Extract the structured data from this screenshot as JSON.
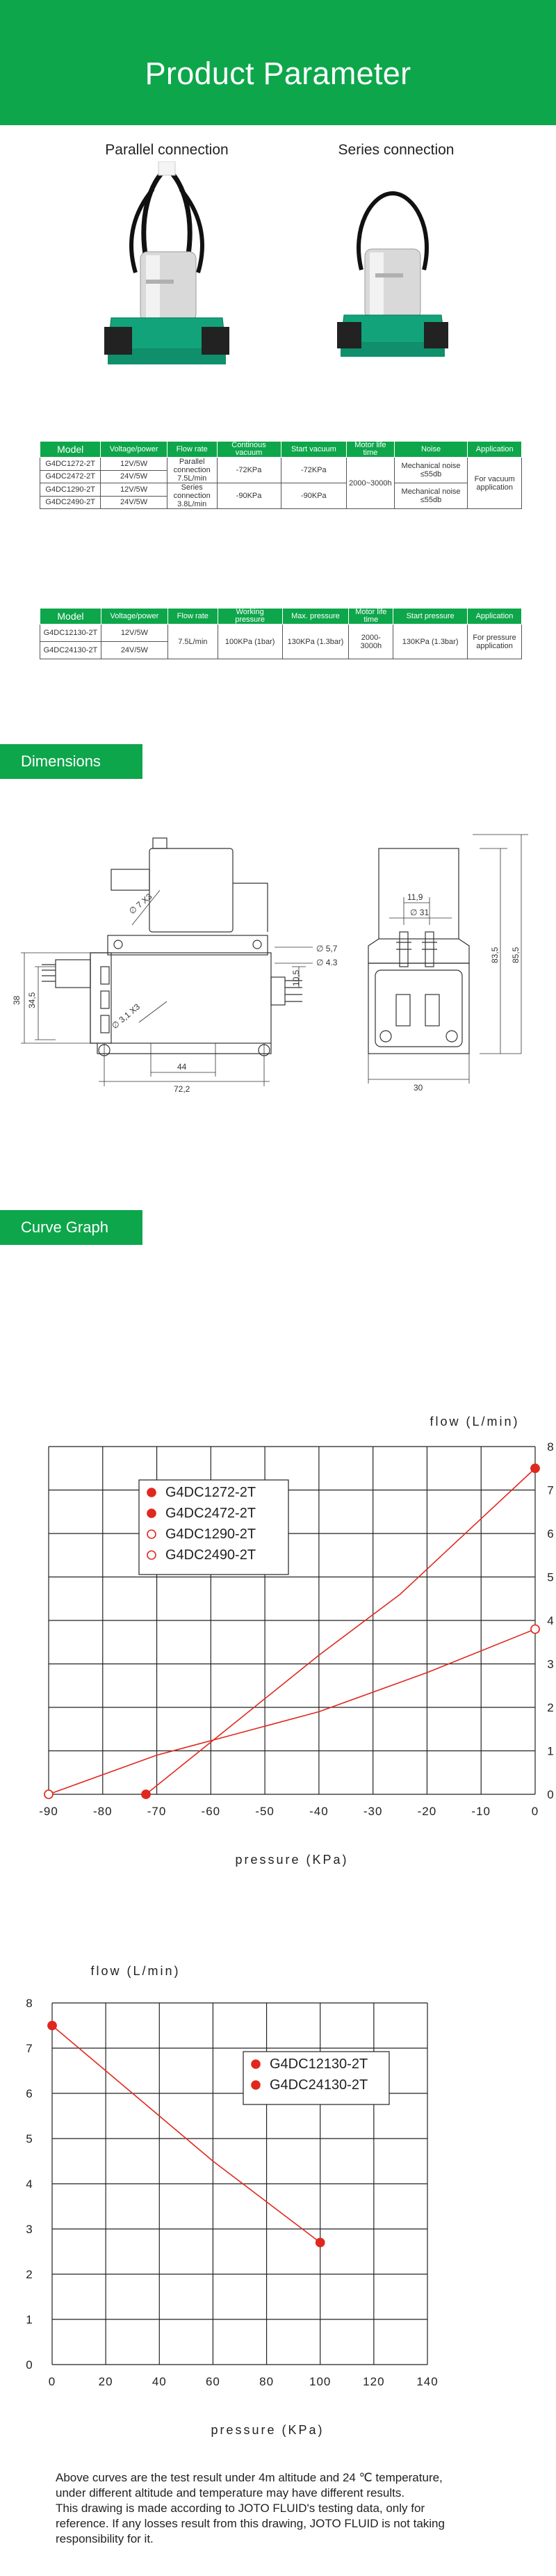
{
  "header": {
    "title": "Product Parameter"
  },
  "products": {
    "parallel_caption": "Parallel connection",
    "series_caption": "Series connection"
  },
  "table1": {
    "headers": [
      "Model",
      "Voltage/power",
      "Flow rate",
      "Continous vacuum",
      "Start vacuum",
      "Motor life time",
      "Noise",
      "Application"
    ],
    "rows": [
      [
        "G4DC1272-2T",
        "12V/5W"
      ],
      [
        "G4DC2472-2T",
        "24V/5W"
      ],
      [
        "G4DC1290-2T",
        "12V/5W"
      ],
      [
        "G4DC2490-2T",
        "24V/5W"
      ]
    ],
    "flow_a": "Parallel connection 7.5L/min",
    "flow_b": "Series connection 3.8L/min",
    "cont_vac_a": "-72KPa",
    "cont_vac_b": "-90KPa",
    "start_vac_a": "-72KPa",
    "start_vac_b": "-90KPa",
    "life": "2000~3000h",
    "noise_a": "Mechanical noise ≤55db",
    "noise_b": "Mechanical noise ≤55db",
    "application": "For vacuum application"
  },
  "table2": {
    "headers": [
      "Model",
      "Voltage/power",
      "Flow rate",
      "Working pressure",
      "Max. pressure",
      "Motor life time",
      "Start pressure",
      "Application"
    ],
    "rows": [
      [
        "G4DC12130-2T",
        "12V/5W"
      ],
      [
        "G4DC24130-2T",
        "24V/5W"
      ]
    ],
    "flow": "7.5L/min",
    "working_pressure": "100KPa (1bar)",
    "max_pressure": "130KPa (1.3bar)",
    "life": "2000-3000h",
    "start_pressure": "130KPa (1.3bar)",
    "application": "For pressure application"
  },
  "sections": {
    "dimensions": "Dimensions",
    "curve": "Curve Graph"
  },
  "dimensions": {
    "d_7x3": "∅ 7 X3",
    "d_5_7": "∅ 5,7",
    "d_4_3": "∅ 4.3",
    "d_3_1x3": "∅ 3,1 X3",
    "d_10_5": "10,5",
    "d_38": "38",
    "d_34_5": "34,5",
    "d_44": "44",
    "d_72_2": "72,2",
    "d_31": "∅ 31",
    "d_11_9": "11,9",
    "d_83_5": "83,5",
    "d_85_5": "85,5",
    "d_30": "30"
  },
  "chart_data": [
    {
      "type": "line",
      "xlabel": "pressure (KPa)",
      "ylabel": "flow (L/min)",
      "xlim": [
        -90,
        0
      ],
      "ylim": [
        0,
        8
      ],
      "x_ticks": [
        "-90",
        "-80",
        "-70",
        "-60",
        "-50",
        "-40",
        "-30",
        "-20",
        "-10",
        "0"
      ],
      "y_ticks": [
        "0",
        "1",
        "2",
        "3",
        "4",
        "5",
        "6",
        "7",
        "8"
      ],
      "grid": true,
      "legend_position": "top-left",
      "series": [
        {
          "name": "G4DC1272-2T",
          "marker": "filled",
          "x": [
            -72,
            -55,
            -40,
            -25,
            0
          ],
          "y": [
            0,
            1.7,
            3.2,
            4.6,
            7.5
          ]
        },
        {
          "name": "G4DC2472-2T",
          "marker": "filled",
          "x": [
            -72,
            -55,
            -40,
            -25,
            0
          ],
          "y": [
            0,
            1.7,
            3.2,
            4.6,
            7.5
          ]
        },
        {
          "name": "G4DC1290-2T",
          "marker": "open",
          "x": [
            -90,
            -70,
            -55,
            -40,
            -20,
            0
          ],
          "y": [
            0,
            0.9,
            1.4,
            1.9,
            2.8,
            3.8
          ]
        },
        {
          "name": "G4DC2490-2T",
          "marker": "open",
          "x": [
            -90,
            -70,
            -55,
            -40,
            -20,
            0
          ],
          "y": [
            0,
            0.9,
            1.4,
            1.9,
            2.8,
            3.8
          ]
        }
      ],
      "colors": {
        "line": "#e0281e",
        "grid": "#222222"
      }
    },
    {
      "type": "line",
      "xlabel": "pressure (KPa)",
      "ylabel": "flow (L/min)",
      "xlim": [
        0,
        140
      ],
      "ylim": [
        0,
        8
      ],
      "x_ticks": [
        "0",
        "20",
        "40",
        "60",
        "80",
        "100",
        "120",
        "140"
      ],
      "y_ticks": [
        "0",
        "1",
        "2",
        "3",
        "4",
        "5",
        "6",
        "7",
        "8"
      ],
      "grid": true,
      "legend_position": "top-right",
      "series": [
        {
          "name": "G4DC12130-2T",
          "marker": "filled",
          "x": [
            0,
            20,
            40,
            60,
            80,
            100
          ],
          "y": [
            7.5,
            6.5,
            5.5,
            4.5,
            3.6,
            2.7
          ]
        },
        {
          "name": "G4DC24130-2T",
          "marker": "filled",
          "x": [
            0,
            20,
            40,
            60,
            80,
            100
          ],
          "y": [
            7.5,
            6.5,
            5.5,
            4.5,
            3.6,
            2.7
          ]
        }
      ],
      "colors": {
        "line": "#e0281e",
        "grid": "#222222"
      }
    }
  ],
  "footnote": {
    "line1": "Above curves are the test result under 4m altitude and 24 ℃ temperature,",
    "line2": "under different altitude and temperature may have different results.",
    "line3": "This drawing is made according to JOTO FLUID's testing data, only for",
    "line4": "reference. If any losses result from this drawing, JOTO FLUID is not taking",
    "line5": "responsibility for it."
  }
}
